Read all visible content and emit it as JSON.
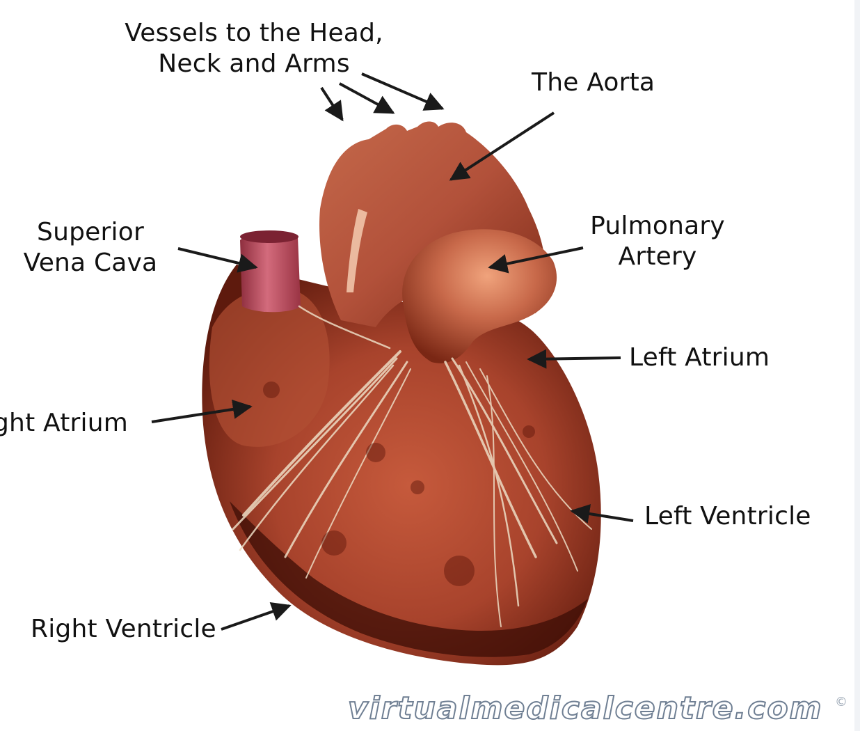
{
  "labels": {
    "vessels_line1": "Vessels to the Head,",
    "vessels_line2": "Neck and Arms",
    "aorta": "The Aorta",
    "svc_line1": "Superior",
    "svc_line2": "Vena Cava",
    "pa_line1": "Pulmonary",
    "pa_line2": "Artery",
    "left_atrium": "Left Atrium",
    "right_atrium": "ght Atrium",
    "left_ventricle": "Left Ventricle",
    "right_ventricle": "Right Ventricle"
  },
  "watermark": {
    "text": "virtualmedicalcentre.com",
    "symbol": "©"
  },
  "colors": {
    "heart_base": "#a8432c",
    "heart_dark": "#4a1208",
    "heart_light": "#d9825e",
    "vena_cava": "#c2586a",
    "vessels": "#eddcc4",
    "label_text": "#111111",
    "watermark_outline": "#6f7f93"
  }
}
